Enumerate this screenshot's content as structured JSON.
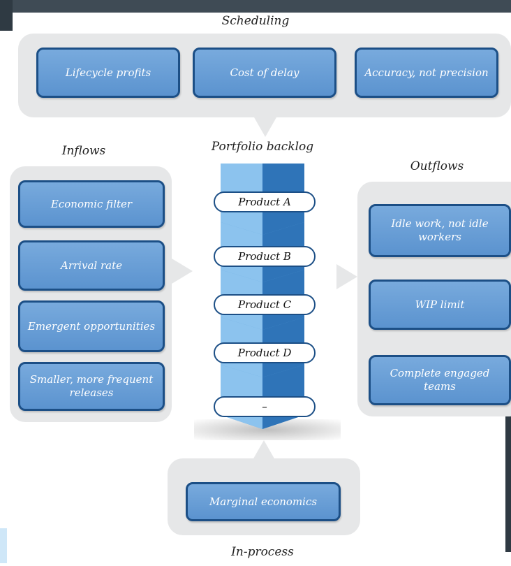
{
  "sections": {
    "scheduling": "Scheduling",
    "inflows": "Inflows",
    "backlog": "Portfolio backlog",
    "outflows": "Outflows",
    "inprocess": "In-process"
  },
  "scheduling_items": [
    "Lifecycle profits",
    "Cost of delay",
    "Accuracy, not precision"
  ],
  "inflow_items": [
    "Economic filter",
    "Arrival rate",
    "Emergent opportunities",
    "Smaller, more frequent releases"
  ],
  "outflow_items": [
    "Idle work, not idle workers",
    "WIP limit",
    "Complete engaged teams"
  ],
  "backlog_items": [
    "Product A",
    "Product B",
    "Product C",
    "Product D",
    "–"
  ],
  "inprocess_items": [
    "Marginal economics"
  ],
  "colors": {
    "box_fill": "#6a9fd6",
    "box_border": "#1c4f86",
    "panel": "#e6e7e8",
    "stack_light": "#8cc3ee",
    "stack_dark": "#2f74b8"
  }
}
